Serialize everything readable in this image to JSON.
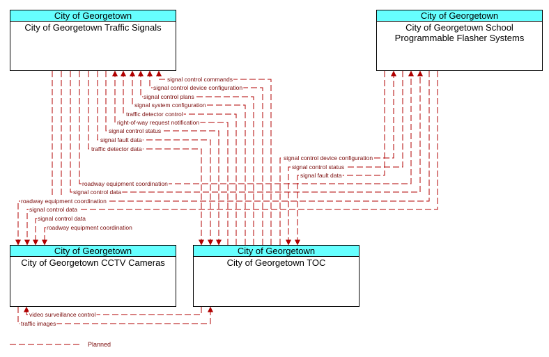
{
  "colors": {
    "header_bg": "#66ffff",
    "flow": "#b00000",
    "label": "#7a0a0a"
  },
  "boxes": {
    "signals": {
      "header": "City of Georgetown",
      "title": "City of Georgetown Traffic Signals"
    },
    "flasher": {
      "header": "City of Georgetown",
      "title": "City of Georgetown School Programmable Flasher Systems"
    },
    "cctv": {
      "header": "City of Georgetown",
      "title": "City of Georgetown CCTV Cameras"
    },
    "toc": {
      "header": "City of Georgetown",
      "title": "City of Georgetown TOC"
    }
  },
  "flows": {
    "toc_to_signals": [
      "signal control commands",
      "signal control device configuration",
      "signal control plans",
      "signal system configuration",
      "traffic detector control",
      "right-of-way request notification"
    ],
    "signals_to_toc": [
      "signal control status",
      "signal fault data",
      "traffic detector data"
    ],
    "toc_to_flasher": [
      "signal control device configuration"
    ],
    "flasher_to_toc": [
      "signal control status",
      "signal fault data"
    ],
    "signals_flasher": [
      "roadway equipment coordination",
      "signal control data"
    ],
    "flasher_cctv": [
      "roadway equipment coordination",
      "signal control data"
    ],
    "signals_cctv": [
      "signal control data",
      "roadway equipment coordination"
    ],
    "toc_to_cctv": [
      "video surveillance control"
    ],
    "cctv_to_toc": [
      "traffic images"
    ]
  },
  "legend": {
    "label": "Planned"
  }
}
